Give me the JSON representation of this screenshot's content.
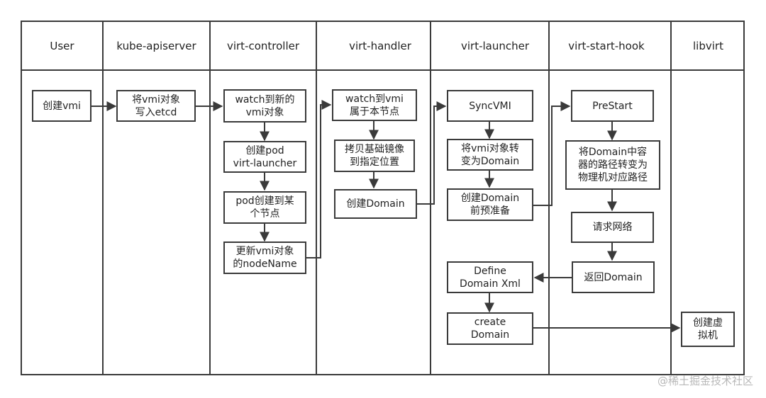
{
  "lanes": [
    "User",
    "kube-apiserver",
    "virt-controller",
    "virt-handler",
    "virt-launcher",
    "virt-start-hook",
    "libvirt"
  ],
  "boxes": {
    "user_create_vmi": "创建vmi",
    "apiserver_write": "将vmi对象\n写入etcd",
    "ctrl_watch": "watch到新的\nvmi对象",
    "ctrl_create_pod": "创建pod\nvirt-launcher",
    "ctrl_pod_node": "pod创建到某\n个节点",
    "ctrl_update": "更新vmi对象\n的nodeName",
    "handler_watch": "watch到vmi\n属于本节点",
    "handler_copy": "拷贝基础镜像\n到指定位置",
    "handler_create_domain": "创建Domain",
    "launcher_sync": "SyncVMI",
    "launcher_convert": "将vmi对象转\n变为Domain",
    "launcher_prepare": "创建Domain\n前预准备",
    "launcher_define": "Define\nDomain Xml",
    "launcher_create": "create\nDomain",
    "hook_prestart": "PreStart",
    "hook_convert_path": "将Domain中容\n器的路径转变为\n物理机对应路径",
    "hook_request_net": "请求网络",
    "hook_return": "返回Domain",
    "libvirt_create_vm": "创建虚\n拟机"
  },
  "watermark": "@稀土掘金技术社区",
  "colors": {
    "line": "#3a3a3a",
    "watermark": "#b8b8b8"
  }
}
